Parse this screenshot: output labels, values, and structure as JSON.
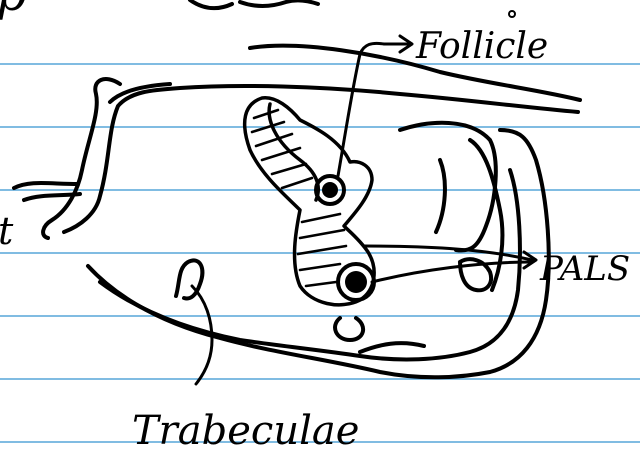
{
  "colors": {
    "paper": "#ffffff",
    "rule_line": "#57a6d9",
    "ink": "#000000"
  },
  "header": {
    "partial_text": "p"
  },
  "labels": {
    "follicle": "Follicle",
    "pals": "PALS",
    "trabeculae": "Trabeculae",
    "edge_mark": "t"
  }
}
